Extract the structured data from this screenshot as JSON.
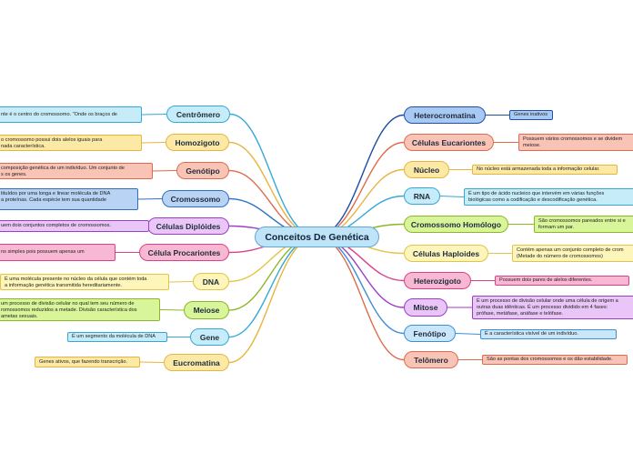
{
  "central": {
    "label": "Conceitos De Genética"
  },
  "palette": {
    "cyan": {
      "fill": "#c6ecf9",
      "stroke": "#35a8d6"
    },
    "yellow": {
      "fill": "#fde9a6",
      "stroke": "#e7b43d"
    },
    "salmon": {
      "fill": "#f9c4b6",
      "stroke": "#df6b4c"
    },
    "blue": {
      "fill": "#b9d3f5",
      "stroke": "#2d6fc5"
    },
    "purple": {
      "fill": "#e9c6f7",
      "stroke": "#9b3fc6"
    },
    "pink": {
      "fill": "#f8b8d3",
      "stroke": "#d8428a"
    },
    "lyellow": {
      "fill": "#fdf5b9",
      "stroke": "#e2c544"
    },
    "lime": {
      "fill": "#d9f59a",
      "stroke": "#8db628"
    },
    "dblue": {
      "fill": "#a9c9f5",
      "stroke": "#1f4fa6"
    },
    "lblue": {
      "fill": "#c9e6fb",
      "stroke": "#3b8fd6"
    }
  },
  "left_topics": [
    {
      "label": "Centrômero",
      "color": "cyan",
      "note": [
        "nte é o centro do cromossomo. \"Onde os braços de"
      ]
    },
    {
      "label": "Homozigoto",
      "color": "yellow",
      "note": [
        "o cromossomo possui dois alelos iguais para",
        "nada característica."
      ]
    },
    {
      "label": "Genótipo",
      "color": "salmon",
      "note": [
        "composição genética de um indivíduo. Um conjunto de",
        "s os genes."
      ]
    },
    {
      "label": "Cromossomo",
      "color": "blue",
      "note": [
        "tituídos por uma longa e linear molécula de DNA",
        "a proteínas. Cada espécie tem sua  quantidade"
      ]
    },
    {
      "label": "Células Diplóides",
      "color": "purple",
      "note": [
        "uem dois conjuntos completos de cromossomos."
      ]
    },
    {
      "label": "Célula Procariontes",
      "color": "pink",
      "note": [
        "ns simples pois possuem apenas um"
      ]
    },
    {
      "label": "DNA",
      "color": "lyellow",
      "note": [
        "É uma molécula presente no núcleo da célula que contém toda",
        "a informação genética transmitida hereditariamente."
      ]
    },
    {
      "label": "Meiose",
      "color": "lime",
      "note": [
        "um processo de divisão celular no qual tem seu número de",
        "romossomos reduzidos a metade. Divisão característica dos",
        "ametas sexuais."
      ]
    },
    {
      "label": "Gene",
      "color": "cyan",
      "note": [
        "É um segmento da molécula de DNA"
      ]
    },
    {
      "label": "Eucromatina",
      "color": "yellow",
      "note": [
        "Genes ativos, que fazendo transcrição."
      ]
    }
  ],
  "right_topics": [
    {
      "label": "Heterocromatina",
      "color": "dblue",
      "note": [
        "Genes inativos"
      ]
    },
    {
      "label": "Células Eucariontes",
      "color": "salmon",
      "note": [
        "Possuem vários cromossomos e se dividem",
        "meiose."
      ]
    },
    {
      "label": "Núcleo",
      "color": "yellow",
      "note": [
        "No núcleo está armazenada toda a informação celular."
      ]
    },
    {
      "label": "RNA",
      "color": "cyan",
      "note": [
        "É um tipo de ácido nucleico que intervém em várias funções",
        "biológicas como a codificação e descodificação genética."
      ]
    },
    {
      "label": "Cromossomo Homólogo",
      "color": "lime",
      "note": [
        "São cromossomos pareados entre si e",
        "formam um par."
      ]
    },
    {
      "label": "Células Haploides",
      "color": "lyellow",
      "note": [
        "Contém apenas um conjunto completo de crom",
        "(Metade do número de cromossomos)"
      ]
    },
    {
      "label": "Heterozigoto",
      "color": "pink",
      "note": [
        "Possuem dois pares de alelos diferentes."
      ]
    },
    {
      "label": "Mitose",
      "color": "purple",
      "note": [
        "É um processo de divisão celular onde uma célula de origem a",
        "outras duas idênticas. É um processo dividido em 4 fases:",
        "prófase, metáfase, anáfase e telófase."
      ]
    },
    {
      "label": "Fenótipo",
      "color": "lblue",
      "note": [
        "É a característica visível de um indivíduo."
      ]
    },
    {
      "label": "Telômero",
      "color": "salmon",
      "note": [
        "São as pontas dos cromossomos e os dão estabilidade."
      ]
    }
  ]
}
